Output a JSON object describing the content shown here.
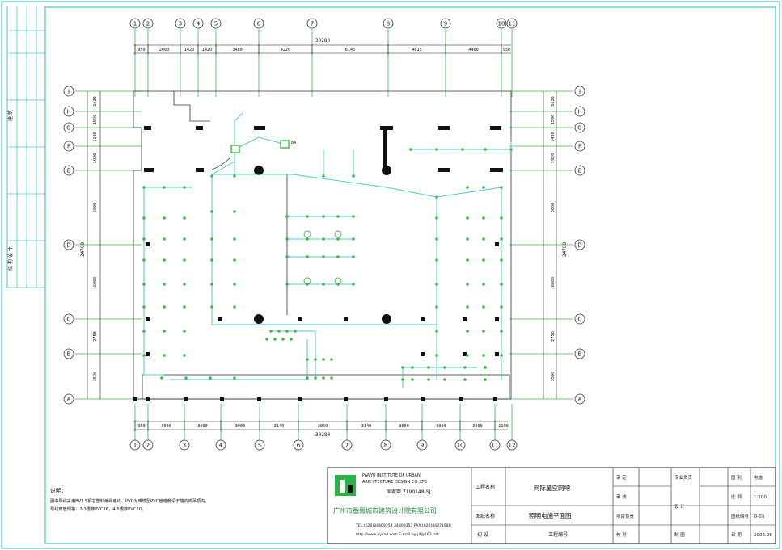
{
  "drawing": {
    "top_axes": [
      "1",
      "2",
      "3",
      "4",
      "5",
      "6",
      "7",
      "8",
      "9",
      "10",
      "11"
    ],
    "top_dims": [
      "950",
      "2680",
      "1420",
      "1420",
      "3480",
      "4220",
      "6145",
      "4615",
      "4400",
      "950"
    ],
    "top_total": "30280",
    "bottom_axes": [
      "1",
      "2",
      "3",
      "4",
      "5",
      "6",
      "7",
      "8",
      "9",
      "10",
      "11",
      "12"
    ],
    "bottom_dims": [
      "950",
      "3000",
      "3000",
      "3000",
      "3140",
      "3860",
      "3140",
      "3000",
      "3000",
      "3000",
      "1190"
    ],
    "bottom_total": "30280",
    "rows": [
      "J",
      "H",
      "G",
      "F",
      "E",
      "D",
      "C",
      "B",
      "A"
    ],
    "left_dims": [
      "1620",
      "1590",
      "1190",
      "1920",
      "6000",
      "6000",
      "2750",
      "3590"
    ],
    "left_total": "24700",
    "right_dims": [
      "1620",
      "1590",
      "1490",
      "1920",
      "6000",
      "6000",
      "2750",
      "3590"
    ],
    "right_total": "24700",
    "fixture_label": "84"
  },
  "side_strip": {
    "label_a": "建 筑",
    "label_b": "结 构 设 计"
  },
  "notes": {
    "heading": "说明：",
    "line1": "图中导线采用BV2.5铜芯塑料绝缘电线，PVC为难燃型PVC管暗敷设于墙内或吊顶内，",
    "line2": "导线穿管规格：2-3根穿PVC16，4-5根穿PVC20。"
  },
  "title_block": {
    "institute_en_1": "PANYU INSTITUTE OF URBAN",
    "institute_en_2": "ARCHITECTURE DESIGN CO.,LTD",
    "cert": "国家甲 7190148-SJ",
    "institute_cn": "广州市番禺城市建筑设计院有限公司",
    "tel": "TEL:(020)34809353  34809353  FAX:(020)84871980",
    "web": "http://www.pycad.com   E-mail:py-jd@163.net",
    "project_label": "工程名称",
    "project_name": "网际星空网吧",
    "drawing_label": "图纸名称",
    "drawing_name": "照明电施平面图",
    "review_label": "审  核",
    "approve_label": "审  定",
    "check_label": "校  对",
    "design_label": "设  计",
    "draft_label": "制  图",
    "person_label": "专业负责",
    "dept_label": "项目负责",
    "phase_label": "初  设",
    "cat_label": "工程编号",
    "drawing_no_label": "图  别",
    "drawing_no": "电施",
    "scale_label": "比  例",
    "scale": "1:100",
    "sheet_label": "图纸编号",
    "sheet": "D-03",
    "date_label": "日  期",
    "date": "2006.08"
  }
}
